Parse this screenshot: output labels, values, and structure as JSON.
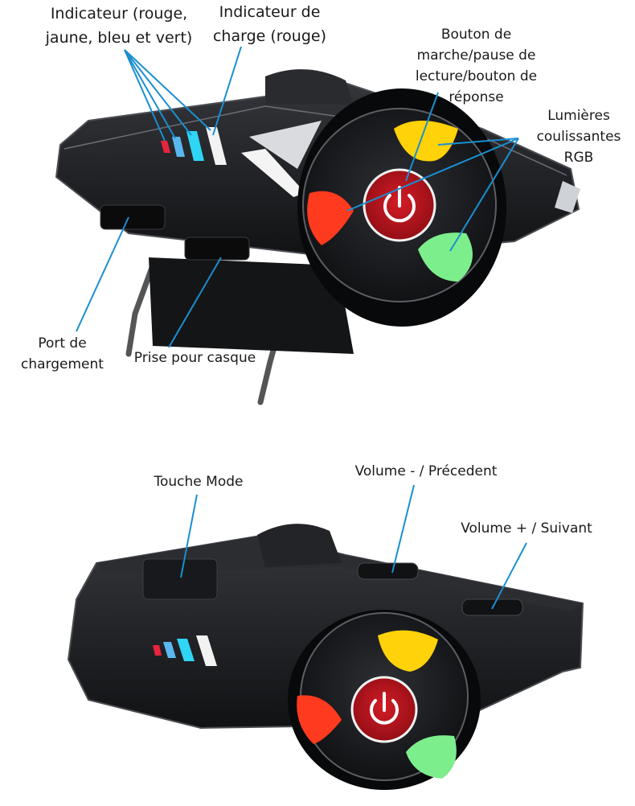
{
  "top_view": {
    "labels": {
      "indicator_leds": "Indicateur (rouge,\njaune, bleu et vert)",
      "charge_indicator": "Indicateur de\ncharge (rouge)",
      "play_button": "Bouton de\nmarche/pause de\nlecture/bouton de\nréponse",
      "rgb_lights": "Lumières\ncoulissantes\nRGB",
      "charging_port": "Port de\nchargement",
      "headset_jack": "Prise pour casque"
    }
  },
  "side_view": {
    "labels": {
      "mode_key": "Touche Mode",
      "volume_down": "Volume - / Précedent",
      "volume_up": "Volume + / Suivant"
    }
  },
  "colors": {
    "leader_line": "#1a8fd0",
    "device_body": "#1c1d20",
    "power_button": "#b5121b",
    "light_red": "#ff3a1e",
    "light_yellow": "#ffd20a",
    "light_green": "#7dee8c",
    "led_red": "#e8243c",
    "led_blue": "#5ab8f0",
    "led_cyan": "#2fd5f5"
  }
}
